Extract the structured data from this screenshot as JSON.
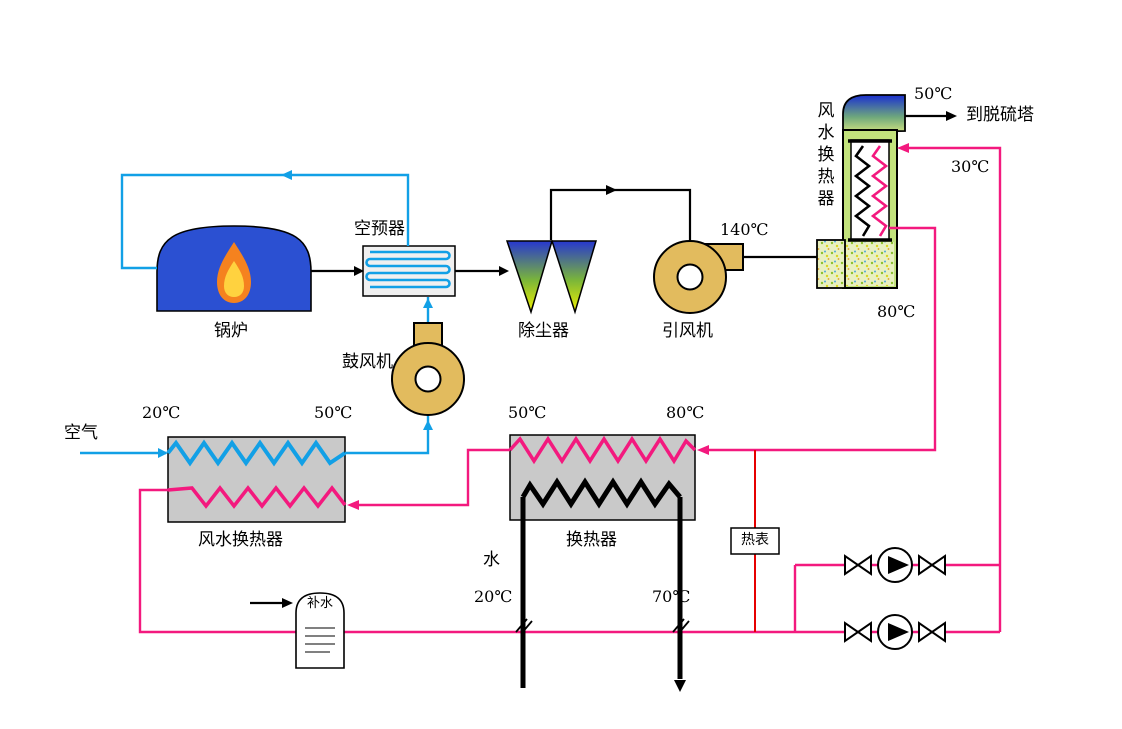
{
  "colors": {
    "line_blue": "#12A0E6",
    "line_pink": "#F3197E",
    "line_red": "#E60000",
    "boiler_blue": "#2B50D2",
    "flame_orange": "#F5821F",
    "flame_yellow": "#FFD23F",
    "fan_yellow": "#E2BB5E",
    "hx_gray": "#C9C9C9",
    "hx_green": "#C2E27C",
    "gas_cold_blue": "#2737CF",
    "gas_hot_yellow": "#F0F000"
  },
  "components": {
    "boiler": "锅炉",
    "air_preheater": "空预器",
    "blower": "鼓风机",
    "dust_collector": "除尘器",
    "induced_draft_fan": "引风机",
    "flue_gas_hx": "风水换热器",
    "air_water_hx": "风水换热器",
    "water_hx": "换热器",
    "heat_meter": "热表",
    "makeup_water": "补水"
  },
  "streams": {
    "air_in": "空气",
    "water_in": "水",
    "to_desulfurization_tower": "到脱硫塔"
  },
  "temperatures": {
    "stack_out": "50℃",
    "water_return": "30℃",
    "fan_out": "140℃",
    "water_supply": "80℃",
    "air_cold": "20℃",
    "air_hot": "50℃",
    "hx2_cold": "50℃",
    "hx2_hot": "80℃",
    "tap_water_in": "20℃",
    "tap_water_out": "70℃"
  }
}
